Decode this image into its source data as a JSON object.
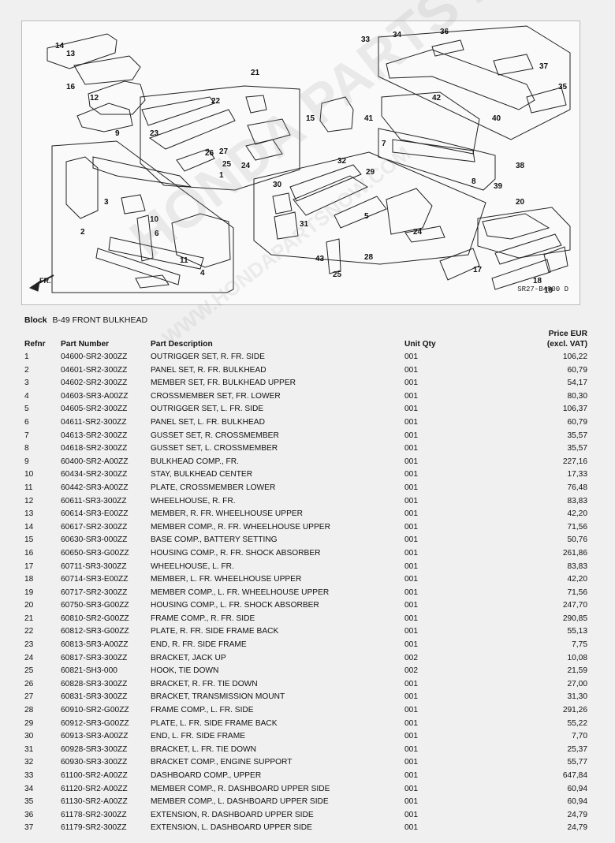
{
  "diagram": {
    "code": "SR27-B4900 D",
    "watermark": "HONDA PARTS NOW",
    "watermark_sub": "WWW.HONDAPARTSNOW.COM",
    "callouts": [
      "14",
      "13",
      "16",
      "12",
      "21",
      "22",
      "23",
      "27",
      "26",
      "25",
      "24",
      "1",
      "15",
      "41",
      "42",
      "40",
      "33",
      "34",
      "36",
      "37",
      "35",
      "9",
      "3",
      "10",
      "6",
      "2",
      "11",
      "4",
      "30",
      "32",
      "29",
      "31",
      "43",
      "25",
      "28",
      "5",
      "24",
      "7",
      "8",
      "39",
      "38",
      "20",
      "17",
      "18",
      "19",
      "FR."
    ]
  },
  "block": {
    "label": "Block",
    "title": "B-49 FRONT BULKHEAD"
  },
  "headers": {
    "refnr": "Refnr",
    "part_number": "Part Number",
    "part_description": "Part Description",
    "unit_qty": "Unit Qty",
    "price_line1": "Price EUR",
    "price_line2": "(excl. VAT)"
  },
  "parts": [
    {
      "ref": "1",
      "number": "04600-SR2-300ZZ",
      "desc": "OUTRIGGER SET, R. FR. SIDE",
      "qty": "001",
      "price": "106,22"
    },
    {
      "ref": "2",
      "number": "04601-SR2-300ZZ",
      "desc": "PANEL SET, R. FR. BULKHEAD",
      "qty": "001",
      "price": "60,79"
    },
    {
      "ref": "3",
      "number": "04602-SR2-300ZZ",
      "desc": "MEMBER SET, FR. BULKHEAD UPPER",
      "qty": "001",
      "price": "54,17"
    },
    {
      "ref": "4",
      "number": "04603-SR3-A00ZZ",
      "desc": "CROSSMEMBER SET, FR. LOWER",
      "qty": "001",
      "price": "80,30"
    },
    {
      "ref": "5",
      "number": "04605-SR2-300ZZ",
      "desc": "OUTRIGGER SET, L. FR. SIDE",
      "qty": "001",
      "price": "106,37"
    },
    {
      "ref": "6",
      "number": "04611-SR2-300ZZ",
      "desc": "PANEL SET, L. FR. BULKHEAD",
      "qty": "001",
      "price": "60,79"
    },
    {
      "ref": "7",
      "number": "04613-SR2-300ZZ",
      "desc": "GUSSET SET, R. CROSSMEMBER",
      "qty": "001",
      "price": "35,57"
    },
    {
      "ref": "8",
      "number": "04618-SR2-300ZZ",
      "desc": "GUSSET SET, L. CROSSMEMBER",
      "qty": "001",
      "price": "35,57"
    },
    {
      "ref": "9",
      "number": "60400-SR2-A00ZZ",
      "desc": "BULKHEAD COMP., FR.",
      "qty": "001",
      "price": "227,16"
    },
    {
      "ref": "10",
      "number": "60434-SR2-300ZZ",
      "desc": "STAY, BULKHEAD CENTER",
      "qty": "001",
      "price": "17,33"
    },
    {
      "ref": "11",
      "number": "60442-SR3-A00ZZ",
      "desc": "PLATE, CROSSMEMBER LOWER",
      "qty": "001",
      "price": "76,48"
    },
    {
      "ref": "12",
      "number": "60611-SR3-300ZZ",
      "desc": "WHEELHOUSE, R. FR.",
      "qty": "001",
      "price": "83,83"
    },
    {
      "ref": "13",
      "number": "60614-SR3-E00ZZ",
      "desc": "MEMBER, R. FR. WHEELHOUSE UPPER",
      "qty": "001",
      "price": "42,20"
    },
    {
      "ref": "14",
      "number": "60617-SR2-300ZZ",
      "desc": "MEMBER COMP., R. FR. WHEELHOUSE UPPER",
      "qty": "001",
      "price": "71,56"
    },
    {
      "ref": "15",
      "number": "60630-SR3-000ZZ",
      "desc": "BASE COMP., BATTERY SETTING",
      "qty": "001",
      "price": "50,76"
    },
    {
      "ref": "16",
      "number": "60650-SR3-G00ZZ",
      "desc": "HOUSING COMP., R. FR. SHOCK ABSORBER",
      "qty": "001",
      "price": "261,86"
    },
    {
      "ref": "17",
      "number": "60711-SR3-300ZZ",
      "desc": "WHEELHOUSE, L. FR.",
      "qty": "001",
      "price": "83,83"
    },
    {
      "ref": "18",
      "number": "60714-SR3-E00ZZ",
      "desc": "MEMBER, L. FR. WHEELHOUSE UPPER",
      "qty": "001",
      "price": "42,20"
    },
    {
      "ref": "19",
      "number": "60717-SR2-300ZZ",
      "desc": "MEMBER COMP., L. FR. WHEELHOUSE UPPER",
      "qty": "001",
      "price": "71,56"
    },
    {
      "ref": "20",
      "number": "60750-SR3-G00ZZ",
      "desc": "HOUSING COMP., L. FR. SHOCK ABSORBER",
      "qty": "001",
      "price": "247,70"
    },
    {
      "ref": "21",
      "number": "60810-SR2-G00ZZ",
      "desc": "FRAME COMP., R. FR. SIDE",
      "qty": "001",
      "price": "290,85"
    },
    {
      "ref": "22",
      "number": "60812-SR3-G00ZZ",
      "desc": "PLATE, R. FR. SIDE FRAME BACK",
      "qty": "001",
      "price": "55,13"
    },
    {
      "ref": "23",
      "number": "60813-SR3-A00ZZ",
      "desc": "END, R. FR. SIDE FRAME",
      "qty": "001",
      "price": "7,75"
    },
    {
      "ref": "24",
      "number": "60817-SR3-300ZZ",
      "desc": "BRACKET, JACK UP",
      "qty": "002",
      "price": "10,08"
    },
    {
      "ref": "25",
      "number": "60821-SH3-000",
      "desc": "HOOK, TIE DOWN",
      "qty": "002",
      "price": "21,59"
    },
    {
      "ref": "26",
      "number": "60828-SR3-300ZZ",
      "desc": "BRACKET, R. FR. TIE DOWN",
      "qty": "001",
      "price": "27,00"
    },
    {
      "ref": "27",
      "number": "60831-SR3-300ZZ",
      "desc": "BRACKET, TRANSMISSION MOUNT",
      "qty": "001",
      "price": "31,30"
    },
    {
      "ref": "28",
      "number": "60910-SR2-G00ZZ",
      "desc": "FRAME COMP., L. FR. SIDE",
      "qty": "001",
      "price": "291,26"
    },
    {
      "ref": "29",
      "number": "60912-SR3-G00ZZ",
      "desc": "PLATE, L. FR. SIDE FRAME BACK",
      "qty": "001",
      "price": "55,22"
    },
    {
      "ref": "30",
      "number": "60913-SR3-A00ZZ",
      "desc": "END, L. FR. SIDE FRAME",
      "qty": "001",
      "price": "7,70"
    },
    {
      "ref": "31",
      "number": "60928-SR3-300ZZ",
      "desc": "BRACKET, L. FR. TIE DOWN",
      "qty": "001",
      "price": "25,37"
    },
    {
      "ref": "32",
      "number": "60930-SR3-300ZZ",
      "desc": "BRACKET COMP., ENGINE SUPPORT",
      "qty": "001",
      "price": "55,77"
    },
    {
      "ref": "33",
      "number": "61100-SR2-A00ZZ",
      "desc": "DASHBOARD COMP., UPPER",
      "qty": "001",
      "price": "647,84"
    },
    {
      "ref": "34",
      "number": "61120-SR2-A00ZZ",
      "desc": "MEMBER COMP., R. DASHBOARD UPPER SIDE",
      "qty": "001",
      "price": "60,94"
    },
    {
      "ref": "35",
      "number": "61130-SR2-A00ZZ",
      "desc": "MEMBER COMP., L. DASHBOARD UPPER SIDE",
      "qty": "001",
      "price": "60,94"
    },
    {
      "ref": "36",
      "number": "61178-SR2-300ZZ",
      "desc": "EXTENSION, R. DASHBOARD UPPER SIDE",
      "qty": "001",
      "price": "24,79"
    },
    {
      "ref": "37",
      "number": "61179-SR2-300ZZ",
      "desc": "EXTENSION, L. DASHBOARD UPPER SIDE",
      "qty": "001",
      "price": "24,79"
    }
  ]
}
